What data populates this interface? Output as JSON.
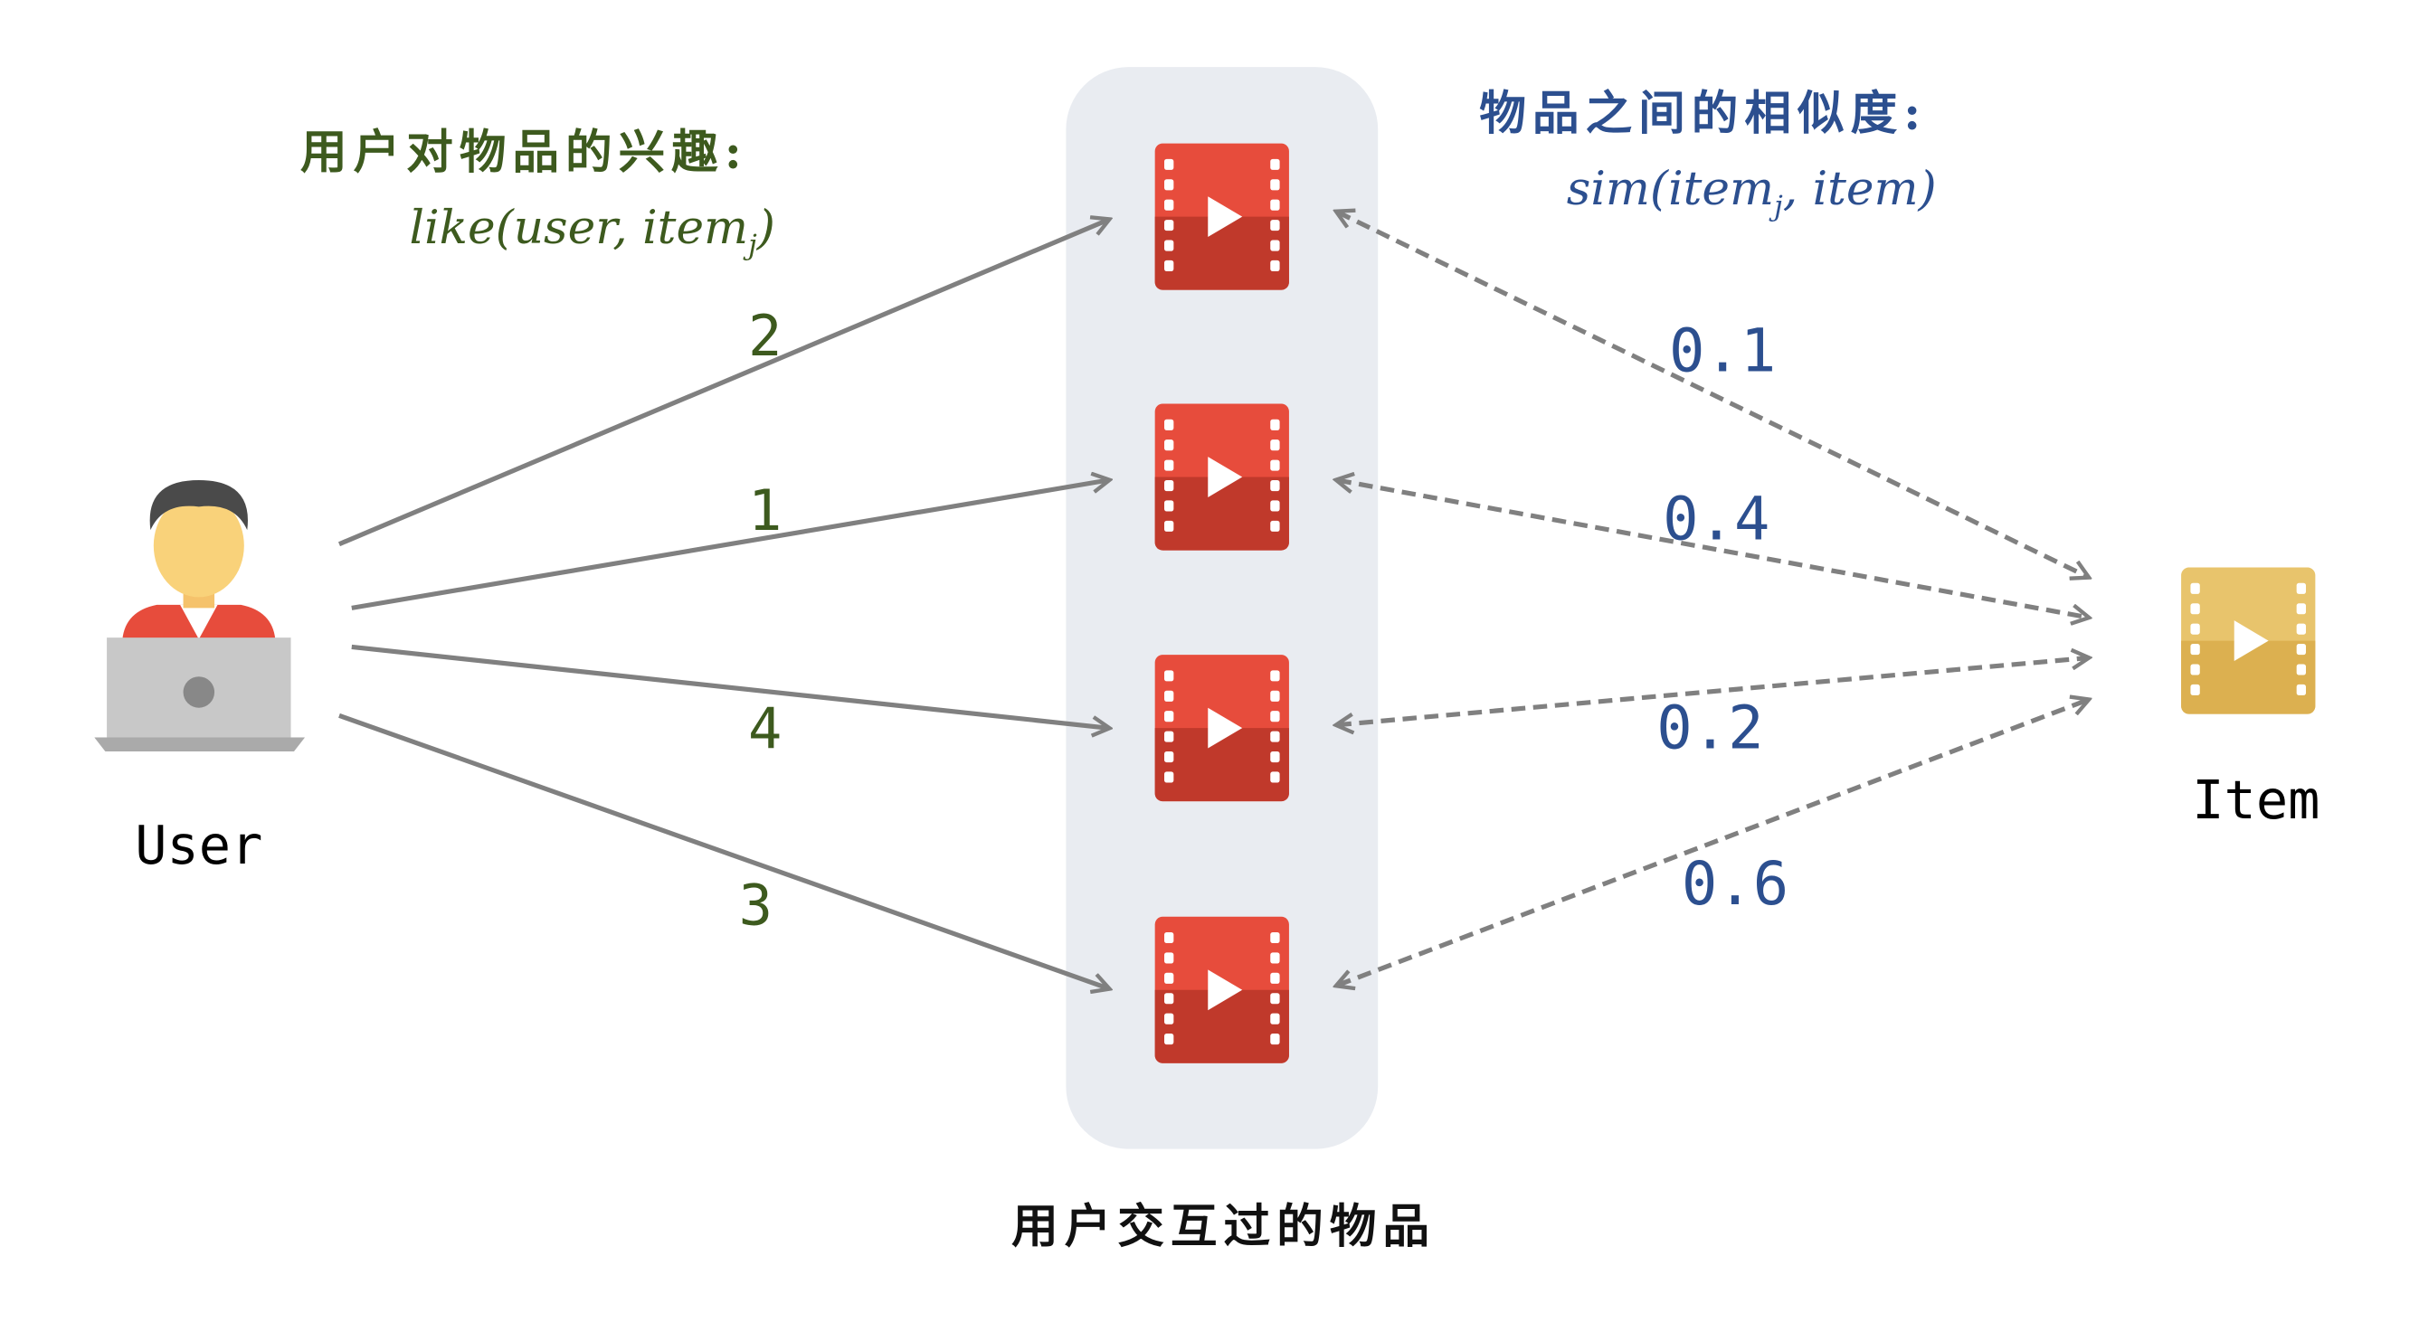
{
  "user": {
    "label": "User"
  },
  "target_item": {
    "label": "Item"
  },
  "interacted_items": {
    "caption": "用户交互过的物品",
    "count": 4
  },
  "interest": {
    "title": "用户对物品的兴趣:",
    "formula_prefix": "like(user, item",
    "formula_sub": "j",
    "formula_suffix": ")",
    "values": [
      "2",
      "1",
      "4",
      "3"
    ]
  },
  "similarity": {
    "title": "物品之间的相似度:",
    "formula_prefix": "sim(item",
    "formula_sub": "j",
    "formula_suffix": ", item)",
    "values": [
      "0.1",
      "0.4",
      "0.2",
      "0.6"
    ]
  },
  "colors": {
    "interest_text": "#3d5a1e",
    "similarity_text": "#2c4f8f",
    "arrow": "#808080",
    "panel": "#e9ecf1",
    "video_red": "#e74c3c",
    "video_red_dark": "#c0392b",
    "item_gold": "#e8c46c",
    "item_gold_dark": "#dcb050"
  }
}
